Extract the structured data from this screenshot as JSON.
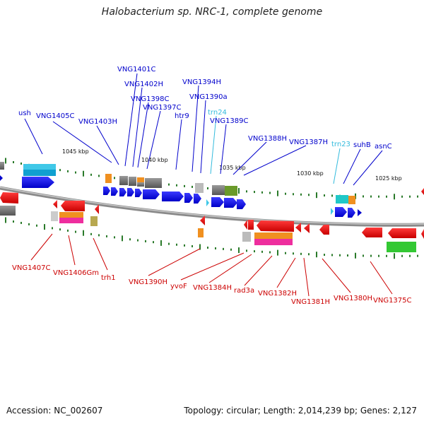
{
  "title": "Halobacterium sp. NRC-1, complete genome",
  "footer": {
    "accession": "Accession: NC_002607",
    "summary": "Topology: circular; Length: 2,014,239 bp; Genes: 2,127"
  },
  "scale_ticks": [
    "1045 kbp",
    "1040 kbp",
    "1035 kbp",
    "1030 kbp",
    "1025 kbp"
  ],
  "colors": {
    "forward_label": "#0000cc",
    "reverse_label": "#cc0000",
    "rna_label": "#33bbdd",
    "tick": "#2a7a2a",
    "backbone": "#8a8a8a"
  },
  "labels_upper": [
    "ush",
    "VNG1405C",
    "VNG1403H",
    "VNG1401C",
    "VNG1402H",
    "VNG1398C",
    "VNG1397C",
    "htr9",
    "VNG1394H",
    "VNG1390a",
    "trn24",
    "VNG1389C",
    "VNG1388H",
    "VNG1387H",
    "trn23",
    "suhB",
    "asnC"
  ],
  "labels_lower": [
    "VNG1407C",
    "VNG1406Gm",
    "trh1",
    "VNG1390H",
    "yvoF",
    "VNG1384H",
    "rad3a",
    "VNG1382H",
    "VNG1381H",
    "VNG1380H",
    "VNG1375C"
  ]
}
